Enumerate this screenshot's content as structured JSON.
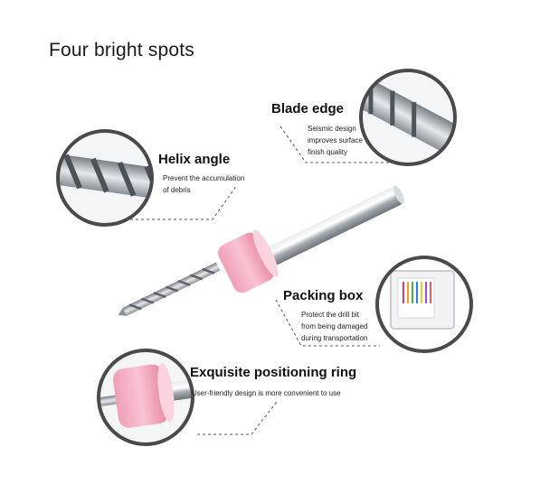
{
  "page": {
    "title": "Four bright spots"
  },
  "features": {
    "blade_edge": {
      "title": "Blade edge",
      "description": "Seismic design\nimproves surface\nfinish quality"
    },
    "helix_angle": {
      "title": "Helix angle",
      "description": "Prevent the accumulation\nof debris"
    },
    "packing_box": {
      "title": "Packing box",
      "description": "Protect the drill bit\nfrom being damaged\nduring transportation"
    },
    "positioning_ring": {
      "title": "Exquisite positioning ring",
      "description": "User-friendly design is more convenient to use"
    }
  },
  "colors": {
    "ring_pink": "#f2a6be",
    "circle_border": "#4a4a4a",
    "steel": "#b9bcc0"
  }
}
